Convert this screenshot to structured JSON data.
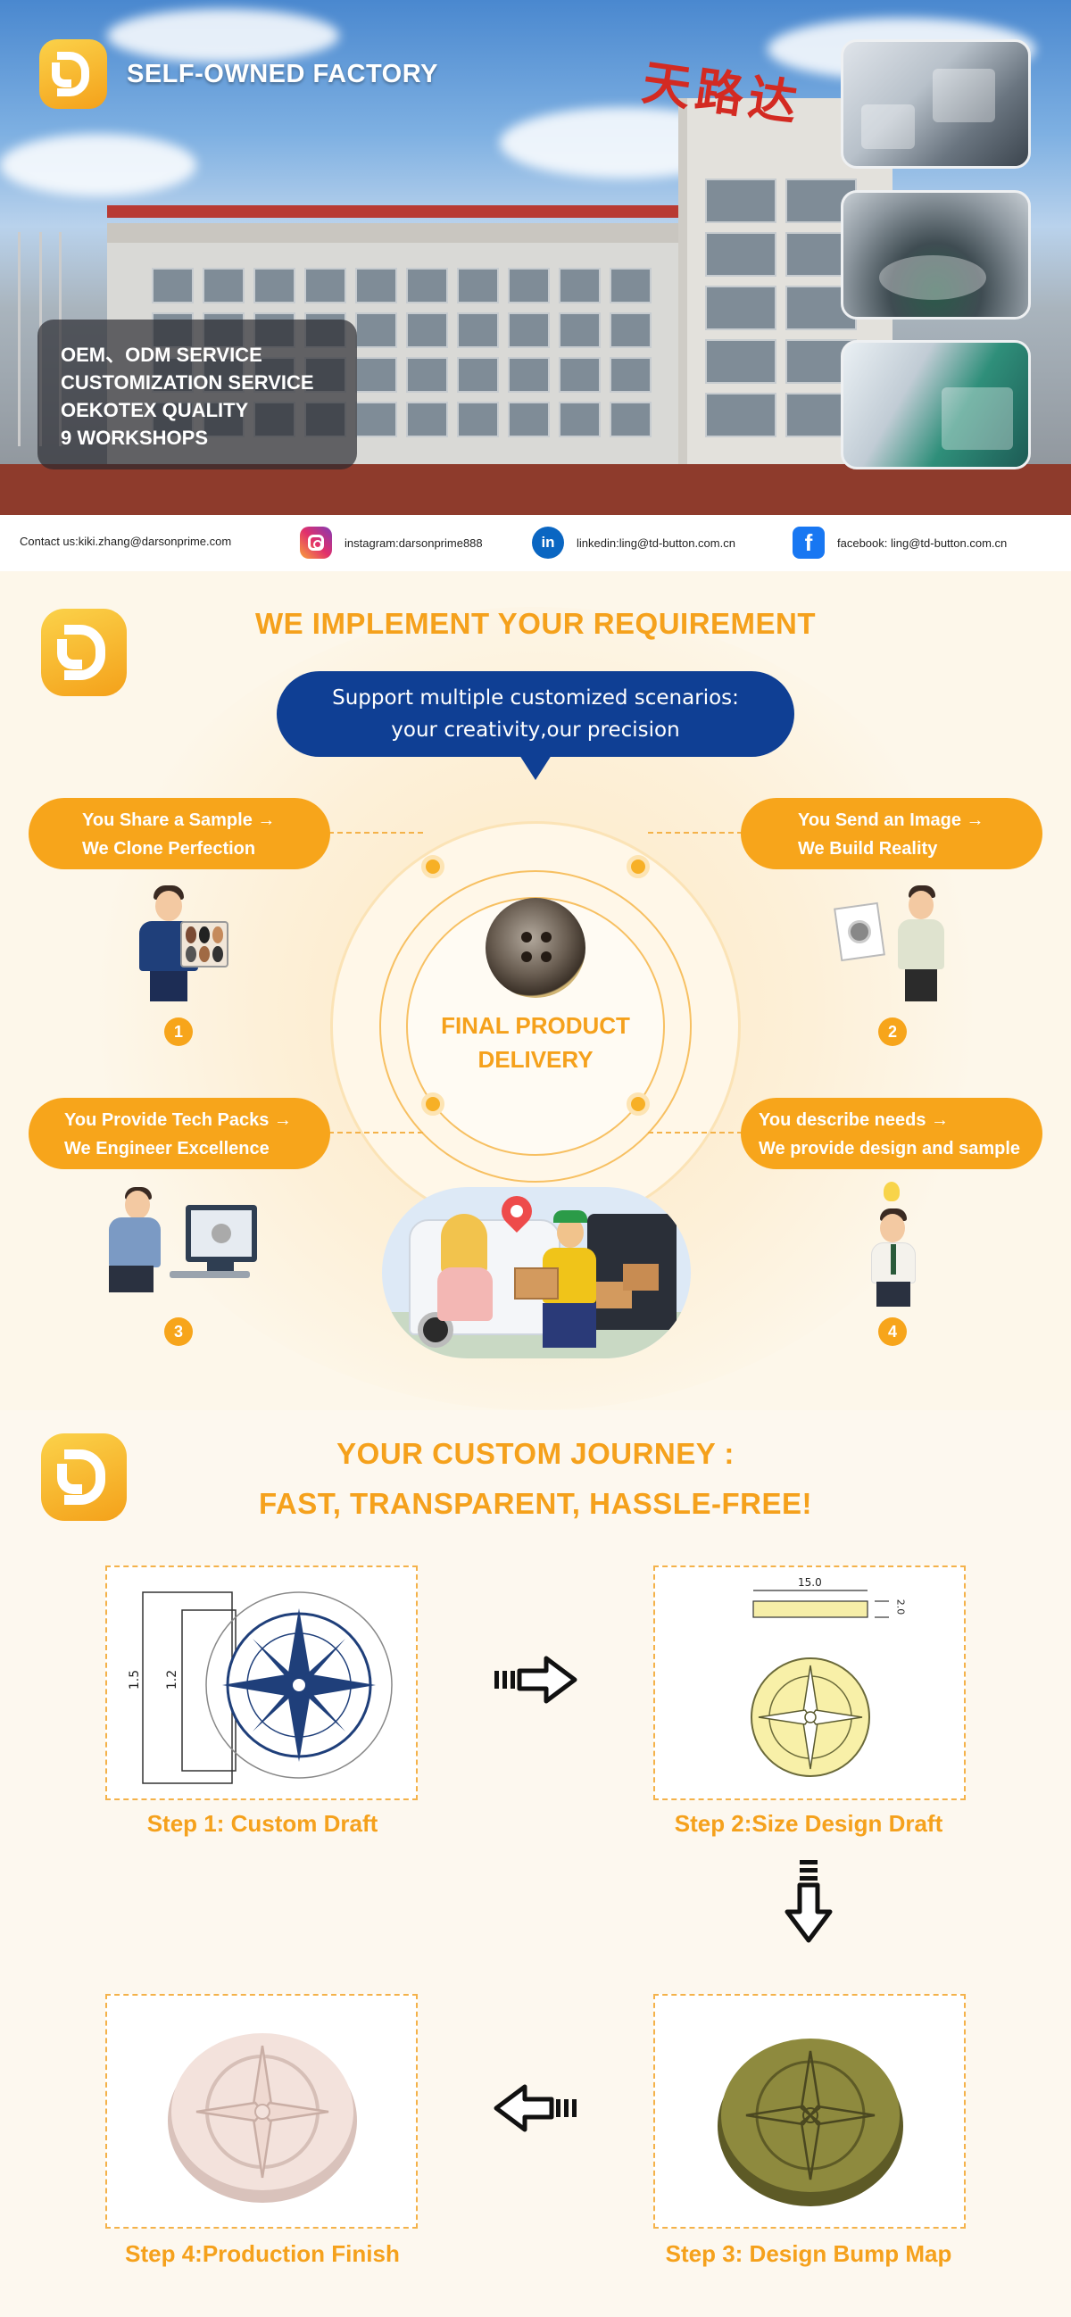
{
  "hero": {
    "title": "SELF-OWNED FACTORY",
    "features": [
      "OEM、ODM SERVICE",
      "CUSTOMIZATION SERVICE",
      "OEKOTEX QUALITY",
      "9 WORKSHOPS"
    ],
    "building_sign": "天路达"
  },
  "contact": {
    "email": "Contact us:kiki.zhang@darsonprime.com",
    "instagram": "instagram:darsonprime888",
    "linkedin": "linkedin:ling@td-button.com.cn",
    "facebook": "facebook: ling@td-button.com.cn"
  },
  "requirement": {
    "heading": "WE IMPLEMENT YOUR REQUIREMENT",
    "bubble": [
      "Support multiple customized scenarios:",
      "your creativity,our precision"
    ],
    "center": [
      "FINAL PRODUCT",
      "DELIVERY"
    ],
    "scenarios": [
      {
        "number": "1",
        "line1": "You Share a Sample →",
        "line2": "We Clone Perfection"
      },
      {
        "number": "2",
        "line1": "You Send an Image →",
        "line2": "We Build Reality"
      },
      {
        "number": "3",
        "line1": "You Provide Tech Packs →",
        "line2": "We Engineer Excellence"
      },
      {
        "number": "4",
        "line1": "You describe needs →",
        "line2": "We provide design and sample"
      }
    ]
  },
  "journey": {
    "heading_line1": "YOUR CUSTOM JOURNEY :",
    "heading_line2": "FAST, TRANSPARENT, HASSLE-FREE!",
    "steps": [
      {
        "label": "Step 1: Custom Draft",
        "dims": [
          "1.5",
          "1.2"
        ]
      },
      {
        "label": "Step 2:Size Design Draft",
        "dims": [
          "15.0",
          "2.0"
        ]
      },
      {
        "label": "Step 3: Design Bump Map"
      },
      {
        "label": "Step 4:Production Finish"
      }
    ]
  },
  "colors": {
    "accent": "#f5a11c",
    "bubble": "#0f3f94"
  }
}
